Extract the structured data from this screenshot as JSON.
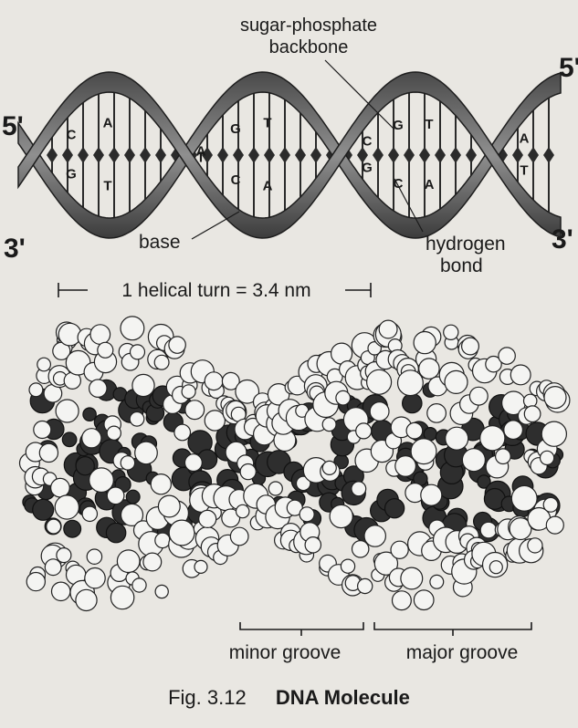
{
  "labels": {
    "backbone_line1": "sugar-phosphate",
    "backbone_line2": "backbone",
    "five_prime_left": "5'",
    "five_prime_right": "5'",
    "three_prime_left": "3'",
    "three_prime_right": "3'",
    "base": "base",
    "hydrogen_line1": "hydrogen",
    "hydrogen_line2": "bond",
    "helical_turn": "1 helical turn = 3.4 nm",
    "minor_groove": "minor groove",
    "major_groove": "major groove"
  },
  "base_pairs": [
    {
      "top": "C",
      "bottom": "G"
    },
    {
      "top": "A",
      "bottom": "T"
    },
    {
      "top": "A",
      "bottom": "T"
    },
    {
      "top": "G",
      "bottom": "C"
    },
    {
      "top": "T",
      "bottom": "A"
    },
    {
      "top": "C",
      "bottom": "G"
    },
    {
      "top": "G",
      "bottom": "C"
    },
    {
      "top": "T",
      "bottom": "A"
    },
    {
      "top": "A",
      "bottom": "T"
    }
  ],
  "caption": {
    "figure_number": "Fig. 3.12",
    "title": "DNA Molecule"
  },
  "colors": {
    "background": "#e9e7e2",
    "ink": "#1b1b1b",
    "strand_dark": "#3a3a3a",
    "strand_light": "#8a8a8a",
    "atom_fill": "#f4f4f2",
    "atom_dark": "#2e2e2e"
  }
}
